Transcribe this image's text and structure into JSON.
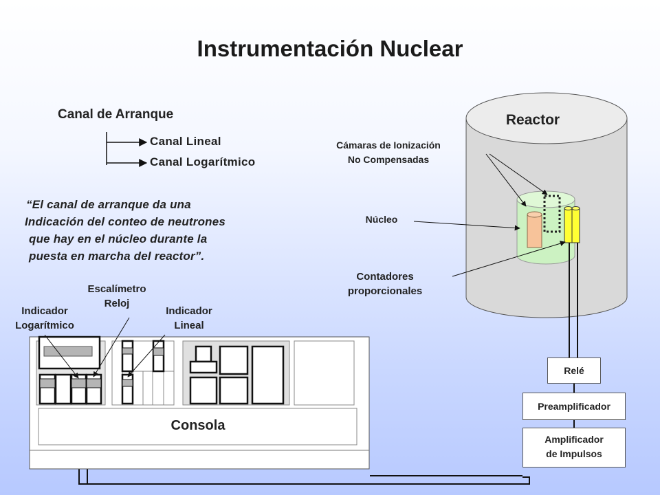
{
  "title": "Instrumentación Nuclear",
  "startup": {
    "heading": "Canal de Arranque",
    "channels": [
      "Canal Lineal",
      "Canal Logarítmico"
    ]
  },
  "quote": [
    "“El canal de arranque da una",
    "Indicación del conteo de neutrones",
    "que hay en el núcleo durante la",
    "puesta en marcha del reactor”."
  ],
  "console": {
    "label": "Consola",
    "indicators": {
      "escalimetro": [
        "Escalímetro",
        "Reloj"
      ],
      "log": [
        "Indicador",
        "Logarítmico"
      ],
      "lin": [
        "Indicador",
        "Lineal"
      ]
    }
  },
  "reactor": {
    "label": "Reactor",
    "camaras": [
      "Cámaras de Ionización",
      "No Compensadas"
    ],
    "nucleo": "Núcleo",
    "contadores": [
      "Contadores",
      "proporcionales"
    ]
  },
  "chain": {
    "rele": "Relé",
    "preamp": "Preamplificador",
    "amp": [
      "Amplificador",
      "de Impulsos"
    ]
  },
  "colors": {
    "core": "#ccf2c2",
    "chamber": "#f7c39a",
    "counter": "#ffff33",
    "line": "#111111"
  }
}
